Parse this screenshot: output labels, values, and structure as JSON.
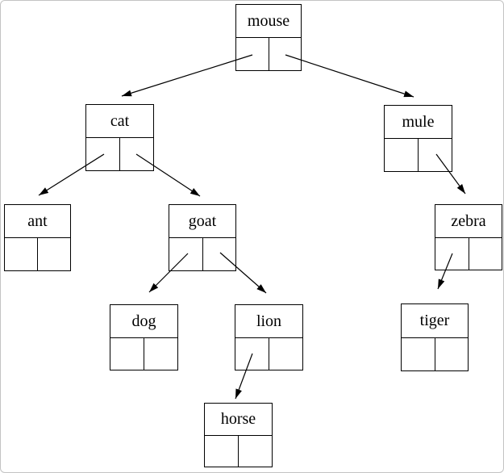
{
  "tree": {
    "kind": "binary-search-tree-diagram",
    "nodes": [
      {
        "label": "mouse",
        "left": "cat",
        "right": "mule"
      },
      {
        "label": "cat",
        "left": "ant",
        "right": "goat"
      },
      {
        "label": "mule",
        "left": null,
        "right": "zebra"
      },
      {
        "label": "ant",
        "left": null,
        "right": null
      },
      {
        "label": "goat",
        "left": "dog",
        "right": "lion"
      },
      {
        "label": "zebra",
        "left": "tiger",
        "right": null
      },
      {
        "label": "dog",
        "left": null,
        "right": null
      },
      {
        "label": "lion",
        "left": "horse",
        "right": null
      },
      {
        "label": "tiger",
        "left": null,
        "right": null
      },
      {
        "label": "horse",
        "left": null,
        "right": null
      }
    ],
    "colors": {
      "node_border": "#000000",
      "edge": "#000000",
      "text": "#000000",
      "background": "#ffffff",
      "frame_border": "#c3c3c3"
    }
  }
}
